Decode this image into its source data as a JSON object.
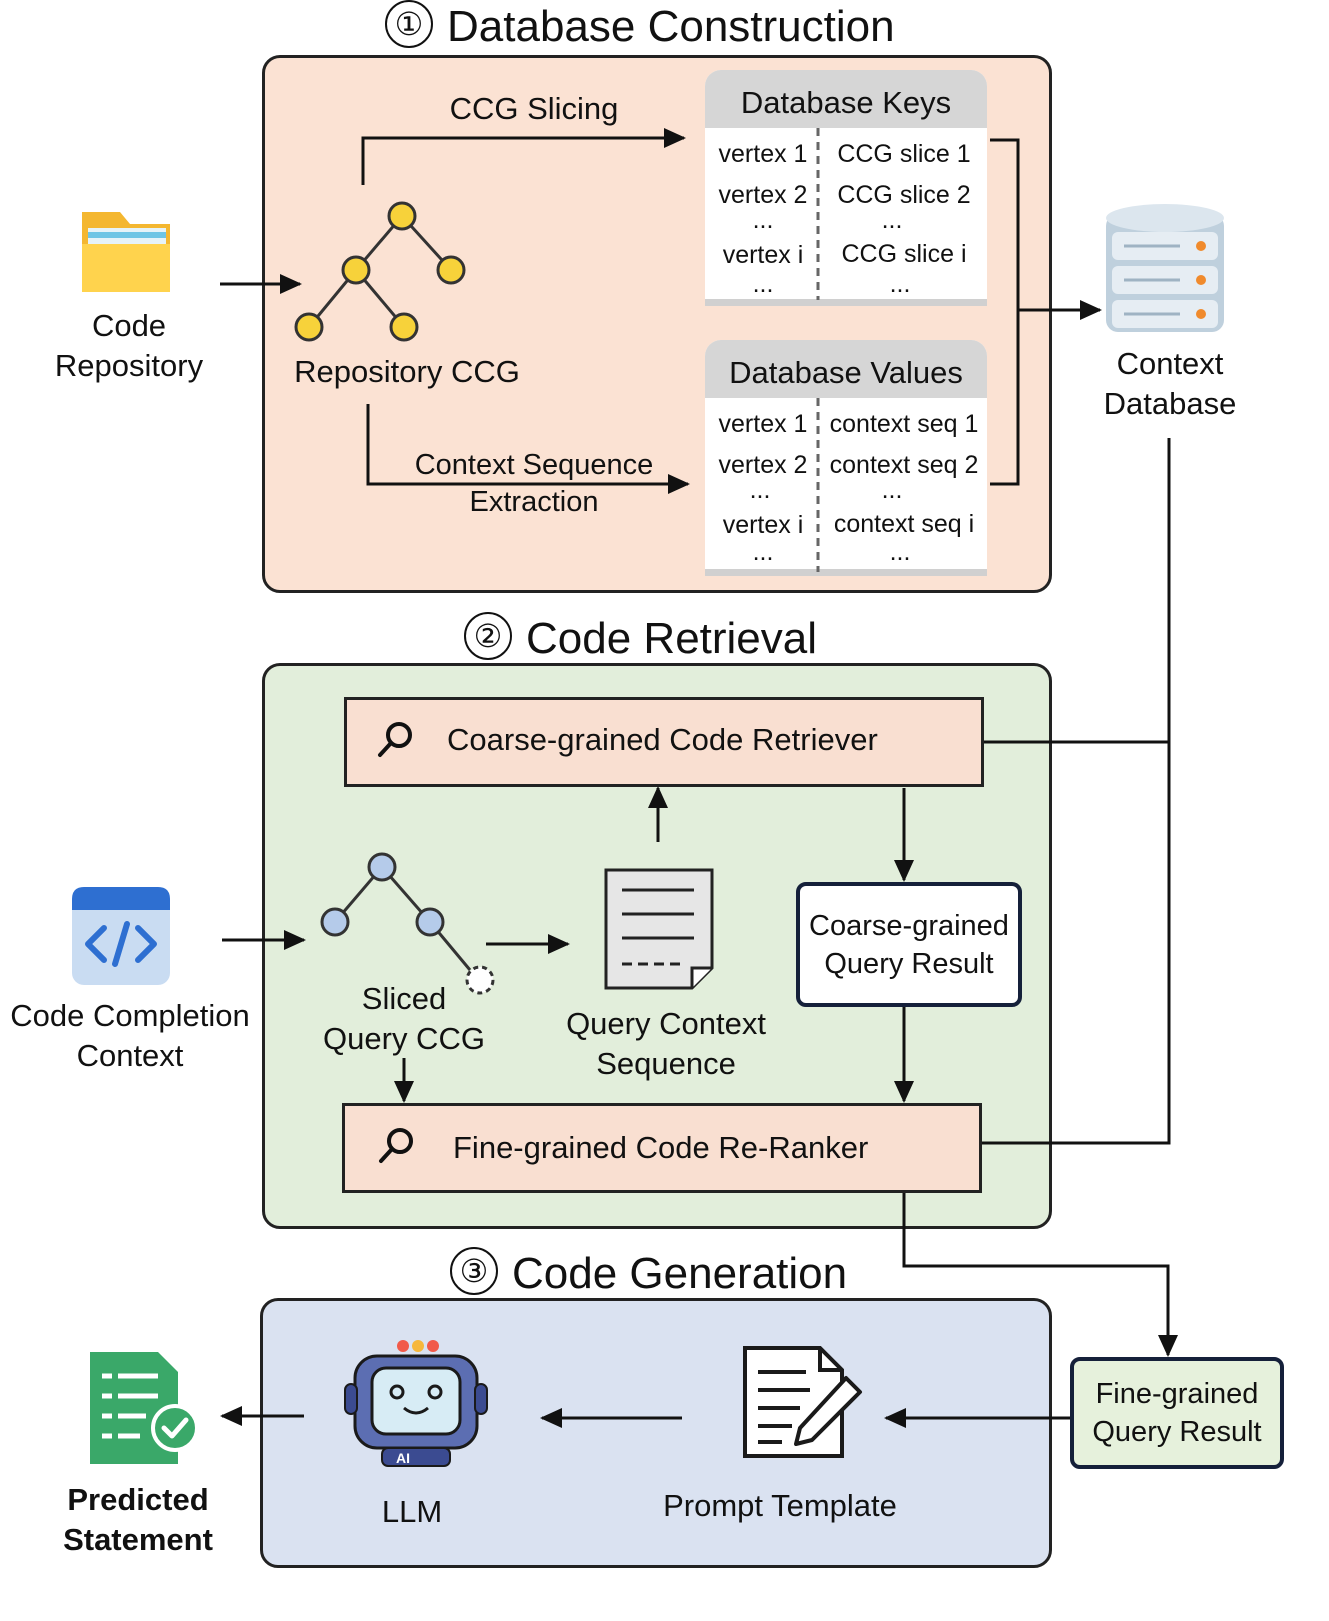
{
  "sections": [
    {
      "number": "①",
      "title": "Database Construction"
    },
    {
      "number": "②",
      "title": "Code Retrieval"
    },
    {
      "number": "③",
      "title": "Code Generation"
    }
  ],
  "construction": {
    "code_repository": [
      "Code",
      "Repository"
    ],
    "repository_ccg": "Repository CCG",
    "ccg_slicing": "CCG Slicing",
    "context_extraction": [
      "Context Sequence",
      "Extraction"
    ],
    "context_database": [
      "Context",
      "Database"
    ],
    "keys_table": {
      "header": "Database Keys",
      "left": [
        "vertex 1",
        "vertex 2",
        "...",
        "vertex i",
        "..."
      ],
      "right": [
        "CCG slice 1",
        "CCG slice 2",
        "...",
        "CCG slice i",
        "..."
      ]
    },
    "values_table": {
      "header": "Database Values",
      "left": [
        "vertex 1",
        "vertex 2",
        "...",
        "vertex i",
        "..."
      ],
      "right": [
        "context seq 1",
        "context seq 2",
        "...",
        "context seq i",
        "..."
      ]
    }
  },
  "retrieval": {
    "coarse_retriever": "Coarse-grained Code Retriever",
    "fine_reranker": "Fine-grained Code Re-Ranker",
    "coarse_result": [
      "Coarse-grained",
      "Query Result"
    ],
    "completion_context": [
      "Code Completion",
      "Context"
    ],
    "sliced_ccg": [
      "Sliced",
      "Query CCG"
    ],
    "query_context_seq": [
      "Query Context",
      "Sequence"
    ]
  },
  "generation": {
    "fine_result": [
      "Fine-grained",
      "Query Result"
    ],
    "prompt_template": "Prompt Template",
    "llm": "LLM",
    "llm_badge": "AI",
    "predicted": [
      "Predicted",
      "Statement"
    ]
  },
  "colors": {
    "construction_panel": "#fbe2d3",
    "retrieval_panel": "#e2eedb",
    "generation_panel": "#dae2f1",
    "retriever_box": "#f9dfd1",
    "ccg_node": "#f7d23a",
    "query_node": "#b5cbea",
    "fine_result_box": "#e6f1dc",
    "predicted_icon": "#3aa869"
  },
  "icons": [
    "folder-icon",
    "ccg-tree-icon",
    "database-icon",
    "code-icon",
    "query-tree-icon",
    "document-icon",
    "search-icon",
    "robot-icon",
    "prompt-template-icon",
    "predicted-statement-icon"
  ]
}
